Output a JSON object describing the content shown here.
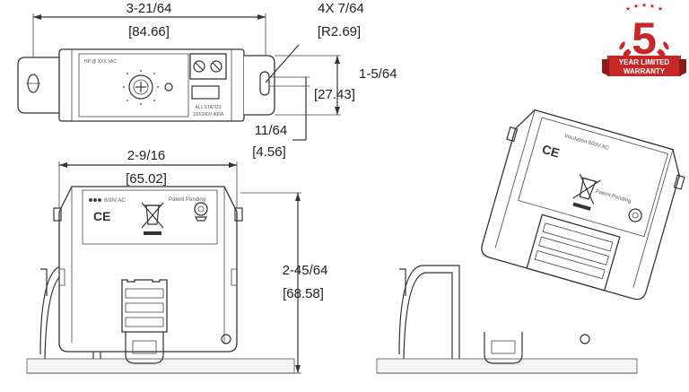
{
  "dimensions": {
    "top_length": {
      "fraction": "3-21/64",
      "metric": "[84.66]"
    },
    "hole_radius": {
      "fraction": "4X 7/64",
      "metric": "[R2.69]"
    },
    "top_height": {
      "fraction": "1-5/64",
      "metric": "[27.43]"
    },
    "hole_offset": {
      "fraction": "11/64",
      "metric": "[4.56]"
    },
    "front_width": {
      "fraction": "2-9/16",
      "metric": "[65.02]"
    },
    "front_height": {
      "fraction": "2-45/64",
      "metric": "[68.58]"
    }
  },
  "labels": {
    "top_model": "HP @ XXX VAC",
    "top_status1": "ALL STATUS",
    "top_status2": "120/240V 400A",
    "front_voltage": "600V AC",
    "front_patent": "Patent Pending",
    "ce_mark": "CE",
    "tilt_voltage": "Insulation 600V AC",
    "tilt_patent": "Patent Pending"
  },
  "warranty": {
    "years": "5",
    "line1": "YEAR LIMITED",
    "line2": "WARRANTY",
    "color_red": "#c62828",
    "color_dark": "#8e1b1b"
  }
}
